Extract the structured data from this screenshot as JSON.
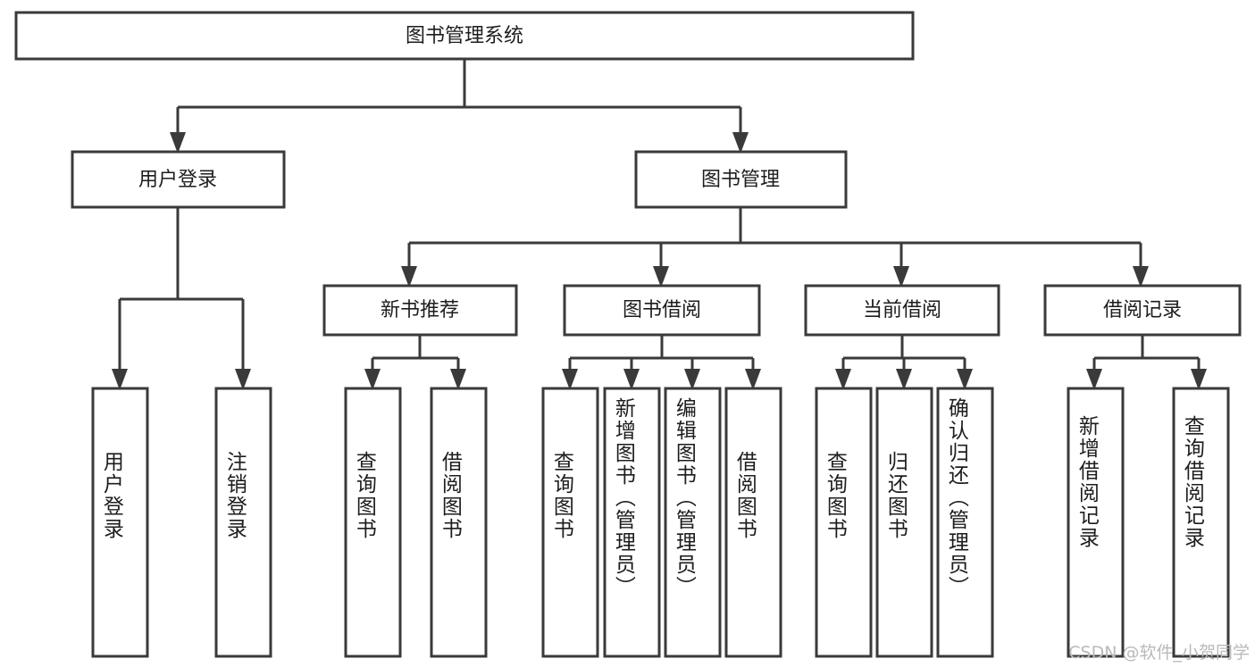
{
  "diagram": {
    "title": "图书管理系统",
    "type": "hierarchy-tree",
    "watermark": "CSDN @软件_小贺同学",
    "colors": {
      "stroke": "#3a3a3a",
      "fill": "#ffffff",
      "text": "#1d1d1d",
      "watermark": "#b9b9b9",
      "background": "#ffffff"
    },
    "root": {
      "label": "图书管理系统"
    },
    "level2": [
      {
        "label": "用户登录"
      },
      {
        "label": "图书管理"
      }
    ],
    "level3": [
      {
        "label": "新书推荐"
      },
      {
        "label": "图书借阅"
      },
      {
        "label": "当前借阅"
      },
      {
        "label": "借阅记录"
      }
    ],
    "leaves": {
      "user_login": [
        {
          "label": "用户登录"
        },
        {
          "label": "注销登录"
        }
      ],
      "new_book": [
        {
          "label": "查询图书"
        },
        {
          "label": "借阅图书"
        }
      ],
      "book_borrow": [
        {
          "label": "查询图书"
        },
        {
          "label": "新增图书（管理员）"
        },
        {
          "label": "编辑图书（管理员）"
        },
        {
          "label": "借阅图书"
        }
      ],
      "current_borrow": [
        {
          "label": "查询图书"
        },
        {
          "label": "归还图书"
        },
        {
          "label": "确认归还（管理员）"
        }
      ],
      "borrow_record": [
        {
          "label": "新增借阅记录"
        },
        {
          "label": "查询借阅记录"
        }
      ]
    }
  }
}
